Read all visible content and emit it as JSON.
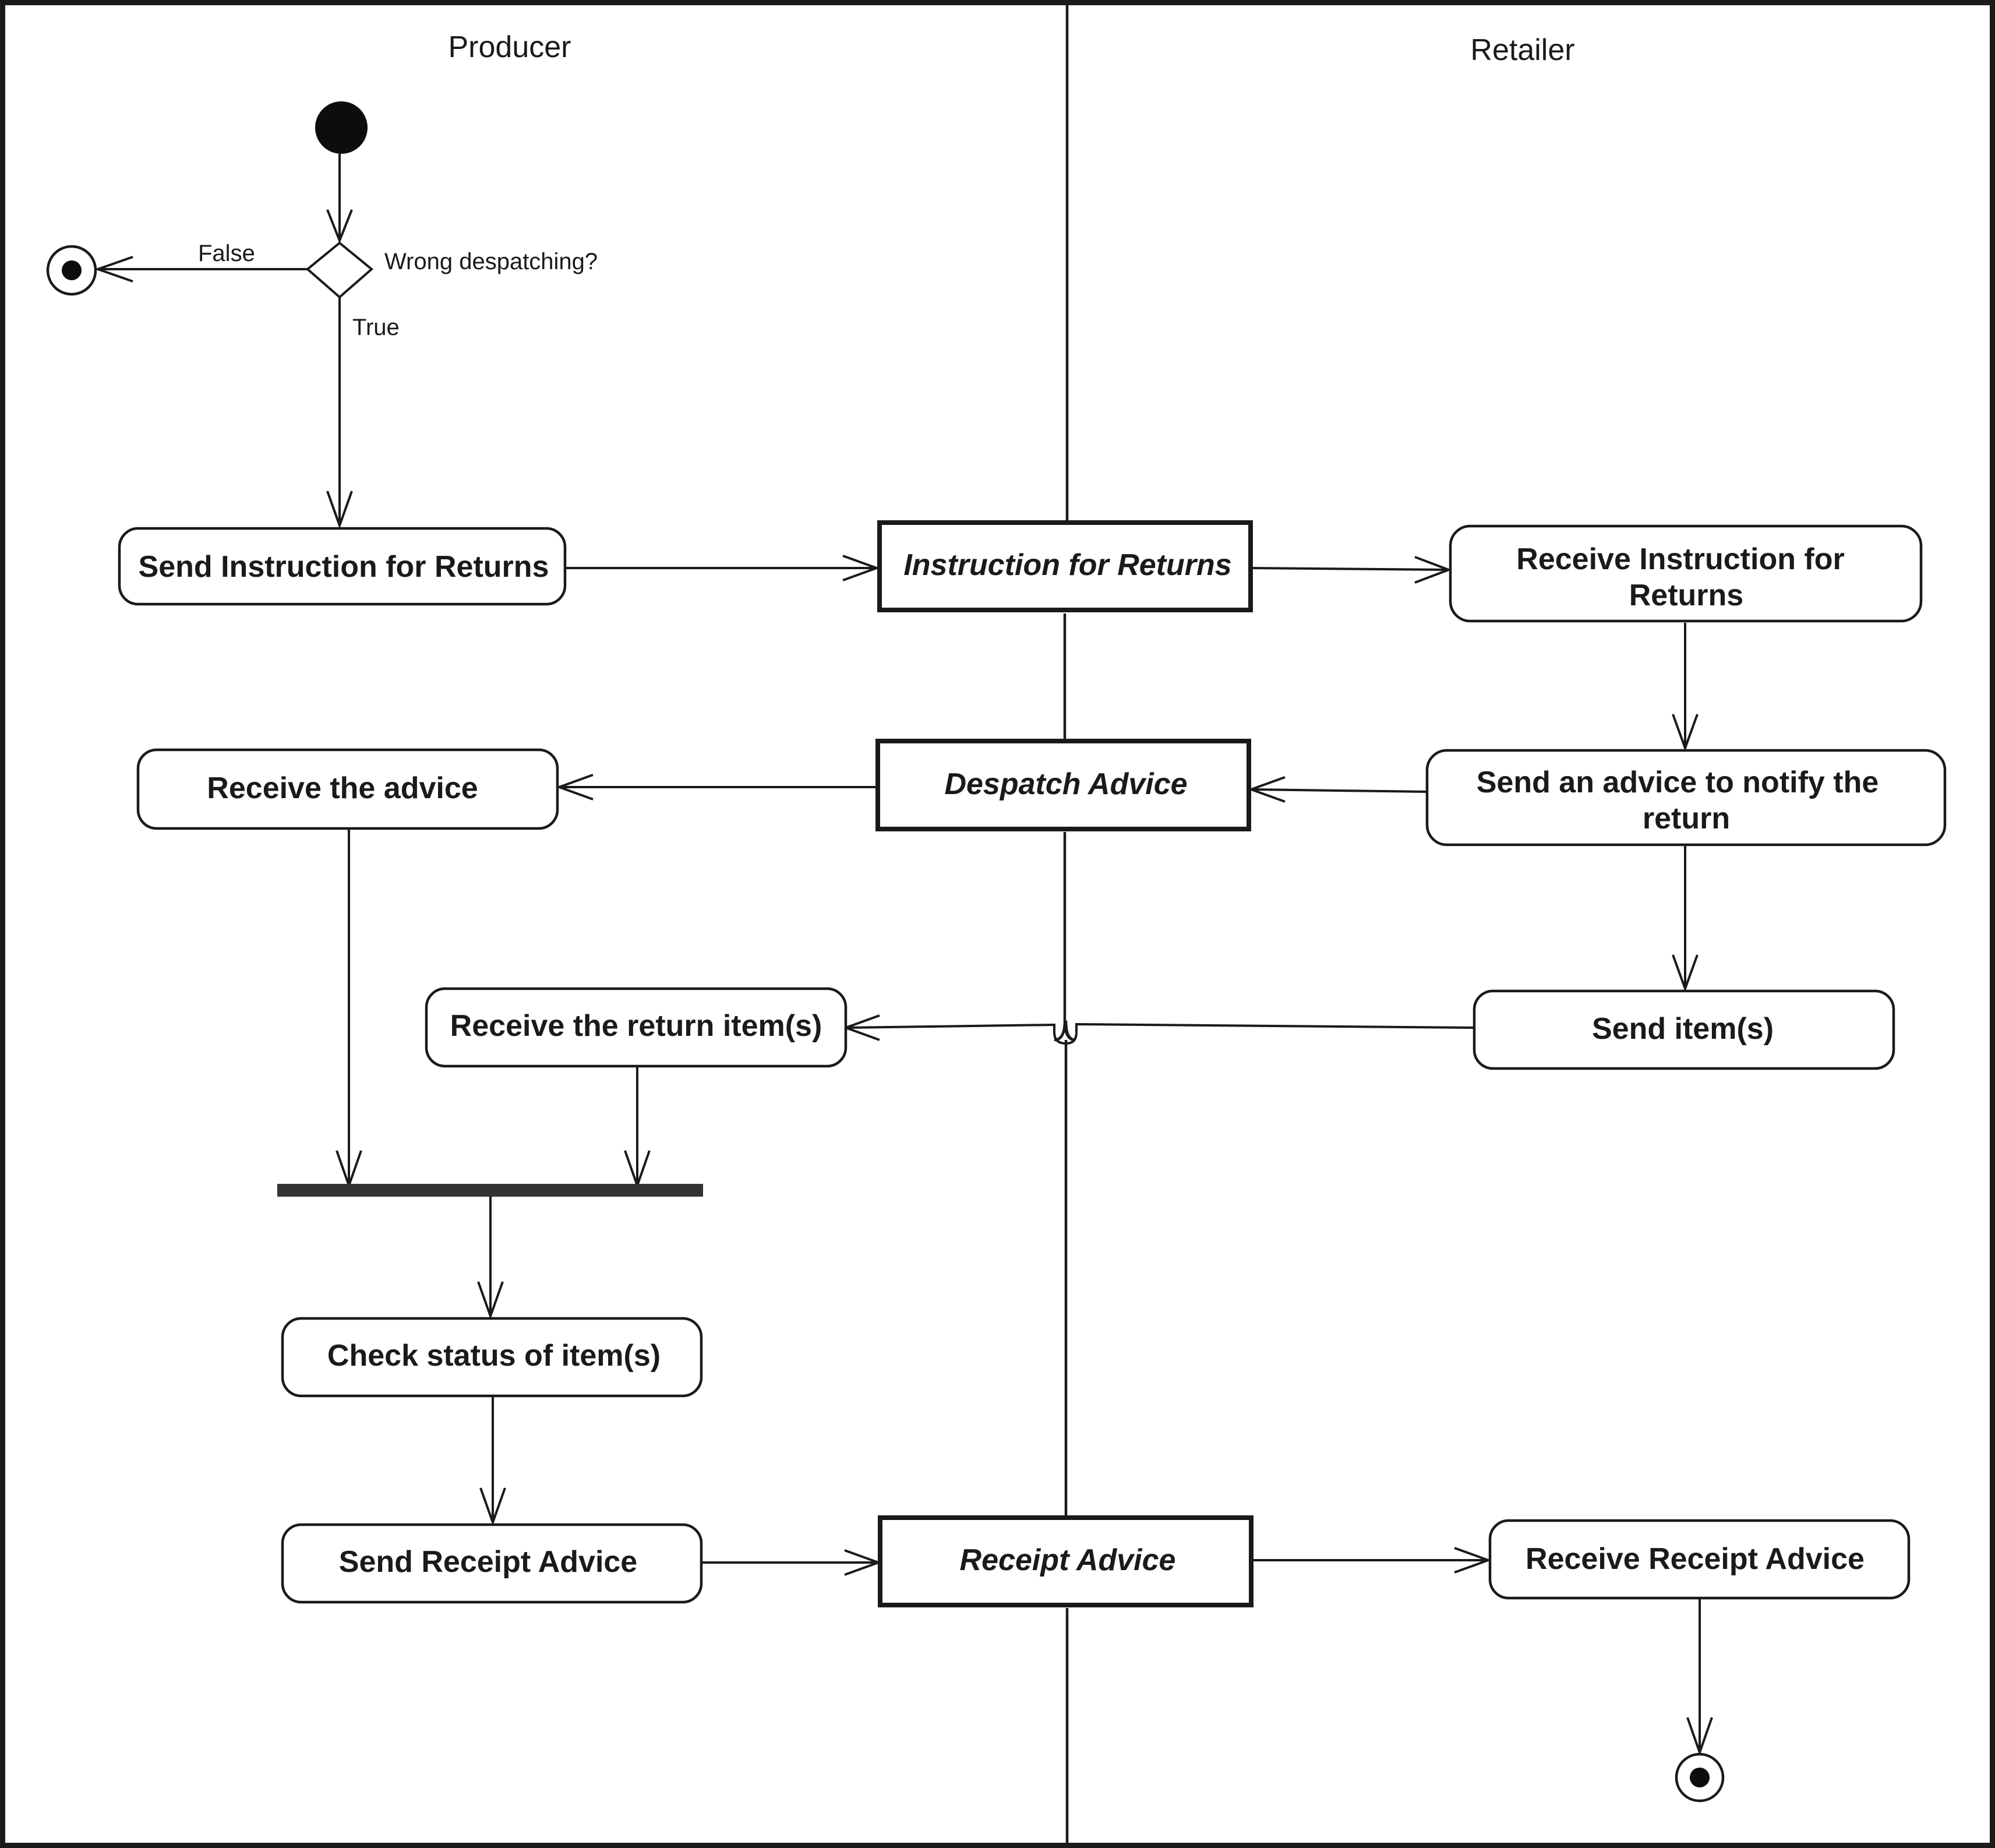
{
  "swimlanes": {
    "producer": "Producer",
    "retailer": "Retailer"
  },
  "decision": {
    "question": "Wrong despatching?",
    "false_label": "False",
    "true_label": "True"
  },
  "activities": {
    "send_instruction": [
      "Send Instruction for Returns"
    ],
    "receive_instruction": [
      "Receive Instruction for",
      "Returns"
    ],
    "receive_advice": [
      "Receive the advice"
    ],
    "send_advice_notify": [
      "Send an advice to notify the",
      "return"
    ],
    "receive_return_items": [
      "Receive the return item(s)"
    ],
    "send_items": [
      "Send item(s)"
    ],
    "check_status": [
      "Check status of item(s)"
    ],
    "send_receipt_advice": [
      "Send Receipt Advice"
    ],
    "receive_receipt_advice": [
      "Receive Receipt Advice"
    ]
  },
  "objects": {
    "instruction_for_returns": "Instruction for Returns",
    "despatch_advice": "Despatch Advice",
    "receipt_advice": "Receipt Advice"
  }
}
